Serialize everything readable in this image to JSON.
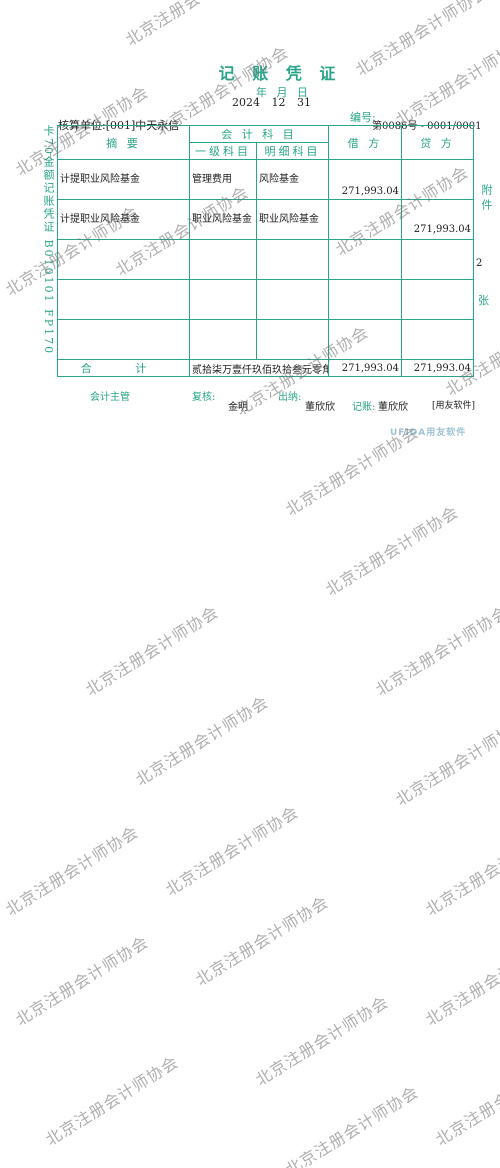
{
  "voucher": {
    "title": "记 账 凭 证",
    "date_labels": "年 月 日",
    "year": "2024",
    "month": "12",
    "day": "31",
    "unit_label": "核算单位:",
    "unit_value": "[001]中天永信",
    "number_label": "编号:",
    "number_value": "第0086号 - 0001/0001",
    "binding_text": "卡70金额记账凭证 B010101 FP170",
    "attachments_label": "附件",
    "attachments_count": "2",
    "attachments_unit": "张",
    "software_tag": "[用友软件]",
    "brand": "UFIDA用友软件"
  },
  "table": {
    "headers": {
      "summary": "摘 要",
      "account": "会 计 科 目",
      "level1": "一级科目",
      "detail": "明细科目",
      "debit": "借 方",
      "credit": "贷 方"
    },
    "rows": [
      {
        "summary": "计提职业风险基金",
        "level1": "管理费用",
        "detail": "风险基金",
        "debit": "271,993.04",
        "credit": ""
      },
      {
        "summary": "计提职业风险基金",
        "level1": "职业风险基金",
        "detail": "职业风险基金",
        "debit": "",
        "credit": "271,993.04"
      },
      {
        "summary": "",
        "level1": "",
        "detail": "",
        "debit": "",
        "credit": ""
      },
      {
        "summary": "",
        "level1": "",
        "detail": "",
        "debit": "",
        "credit": ""
      },
      {
        "summary": "",
        "level1": "",
        "detail": "",
        "debit": "",
        "credit": ""
      }
    ],
    "total": {
      "label": "合 计",
      "words": "贰拾柒万壹仟玖佰玖拾叁元零角肆分",
      "debit": "271,993.04",
      "credit": "271,993.04"
    }
  },
  "signatures": {
    "supervisor_label": "会计主管",
    "review_label": "复核:",
    "review_name": "金明",
    "cashier_label": "出纳:",
    "cashier_name": "董欣欣",
    "bookkeeper_label": "记账:",
    "bookkeeper_name": "董欣欣"
  },
  "watermark": {
    "text": "北京注册会计师协会",
    "color": "#6e6e6e"
  },
  "colors": {
    "form_line": "#2aa58a",
    "ink": "#222222"
  }
}
